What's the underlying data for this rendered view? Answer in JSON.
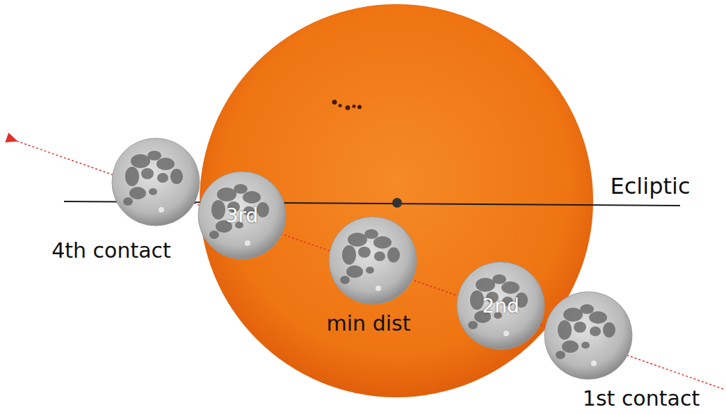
{
  "diagram": {
    "nodes": [
      {
        "text": [
          "3rd"
        ]
      },
      {
        "text": [
          "2nd"
        ]
      }
    ],
    "labels": [
      "Ecliptic",
      "4th contact",
      "min dist",
      "1st contact"
    ]
  }
}
